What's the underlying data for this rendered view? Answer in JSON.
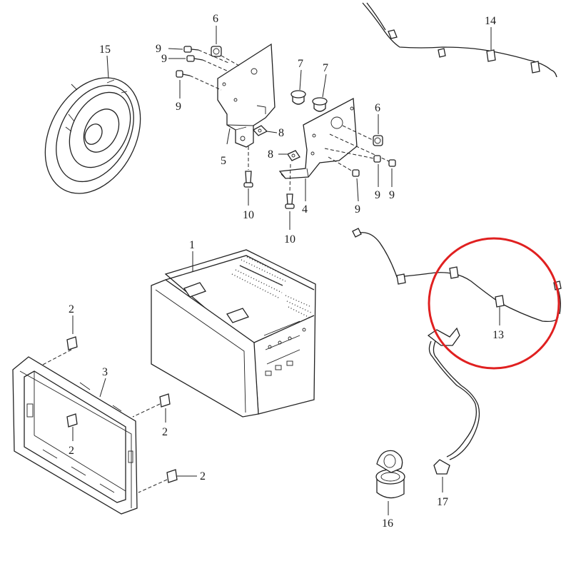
{
  "callouts": {
    "c1": "1",
    "c2a": "2",
    "c2b": "2",
    "c2c": "2",
    "c2d": "2",
    "c3": "3",
    "c4": "4",
    "c5": "5",
    "c6a": "6",
    "c6b": "6",
    "c7a": "7",
    "c7b": "7",
    "c8a": "8",
    "c8b": "8",
    "c9a": "9",
    "c9b": "9",
    "c9c": "9",
    "c9d": "9",
    "c9e": "9",
    "c9f": "9",
    "c10a": "10",
    "c10b": "10",
    "c13": "13",
    "c14": "14",
    "c15": "15",
    "c16": "16",
    "c17": "17"
  },
  "highlight": {
    "color": "#e02020",
    "target": "13"
  }
}
